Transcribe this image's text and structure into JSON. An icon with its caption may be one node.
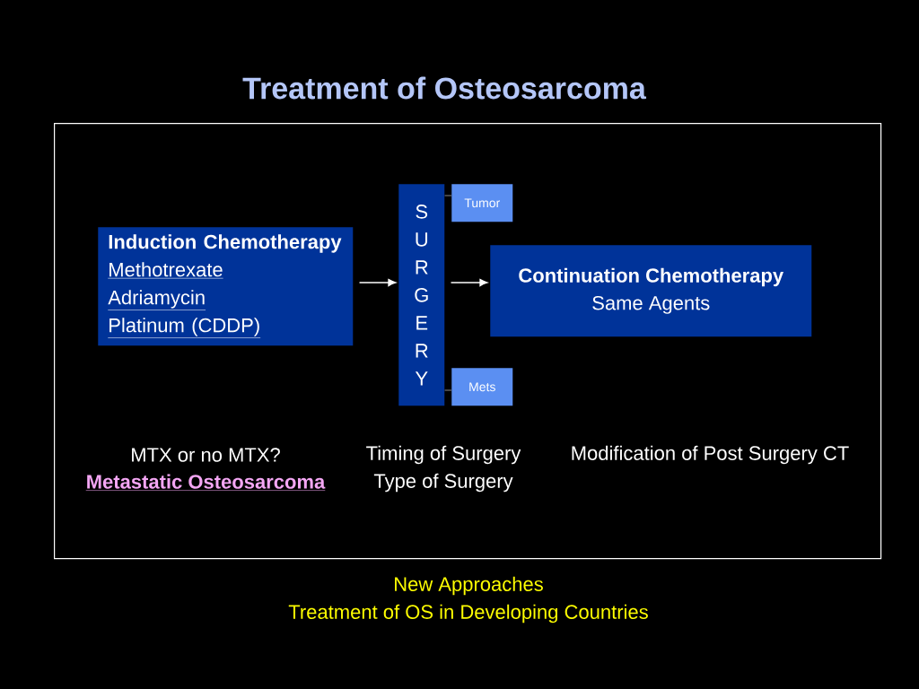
{
  "diagram": {
    "title": "Treatment of Osteosarcoma",
    "nodes": [
      {
        "text": [],
        "shape": "box"
      },
      {
        "text": [
          "Induction Chemotherapy",
          "Methotrexate",
          "Adriamycin",
          "Platinum (CDDP)"
        ],
        "in": 0
      },
      {
        "text": [
          "SURGERY"
        ],
        "in": 0
      },
      {
        "text": [
          "Tumor"
        ],
        "in": 0
      },
      {
        "text": [
          "Mets"
        ],
        "in": 0
      },
      {
        "text": [
          "Continuation Chemotherapy",
          "Same Agents"
        ],
        "in": 0
      }
    ],
    "edges": [
      {
        "from": 1,
        "to": 2,
        "arrow": "to"
      },
      {
        "from": 2,
        "to": 5,
        "arrow": "to"
      },
      {
        "from": 2,
        "to": 3,
        "arrow": "none",
        "color": "#808080"
      },
      {
        "from": 2,
        "to": 4,
        "arrow": "none",
        "color": "#808080"
      }
    ],
    "labels": [
      "MTX or no MTX?",
      "Timing of Surgery",
      "Modification of Post Surgery CT",
      "Metastatic Osteosarcoma",
      "Type of Surgery",
      "New Approaches",
      "Treatment of OS in Developing Countries"
    ]
  }
}
